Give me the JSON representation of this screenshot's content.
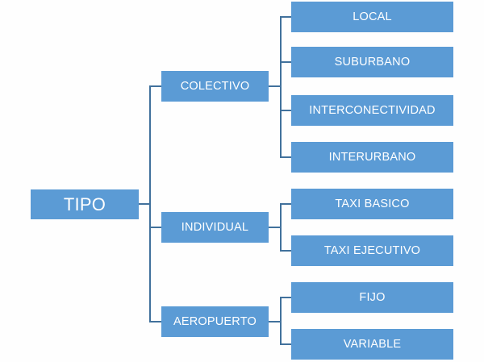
{
  "diagram": {
    "title": "TIPO",
    "type": "tree-hierarchy",
    "colors": {
      "node_fill": "#5B9BD5",
      "node_text": "#FFFFFF",
      "connector": "#41719C",
      "background": "#FEFEFE"
    },
    "root": {
      "label": "TIPO"
    },
    "branches": [
      {
        "label": "COLECTIVO",
        "children": [
          {
            "label": "LOCAL"
          },
          {
            "label": "SUBURBANO"
          },
          {
            "label": "INTERCONECTIVIDAD"
          },
          {
            "label": "INTERURBANO"
          }
        ]
      },
      {
        "label": "INDIVIDUAL",
        "children": [
          {
            "label": "TAXI BASICO"
          },
          {
            "label": "TAXI EJECUTIVO"
          }
        ]
      },
      {
        "label": "AEROPUERTO",
        "children": [
          {
            "label": "FIJO"
          },
          {
            "label": "VARIABLE"
          }
        ]
      }
    ]
  }
}
